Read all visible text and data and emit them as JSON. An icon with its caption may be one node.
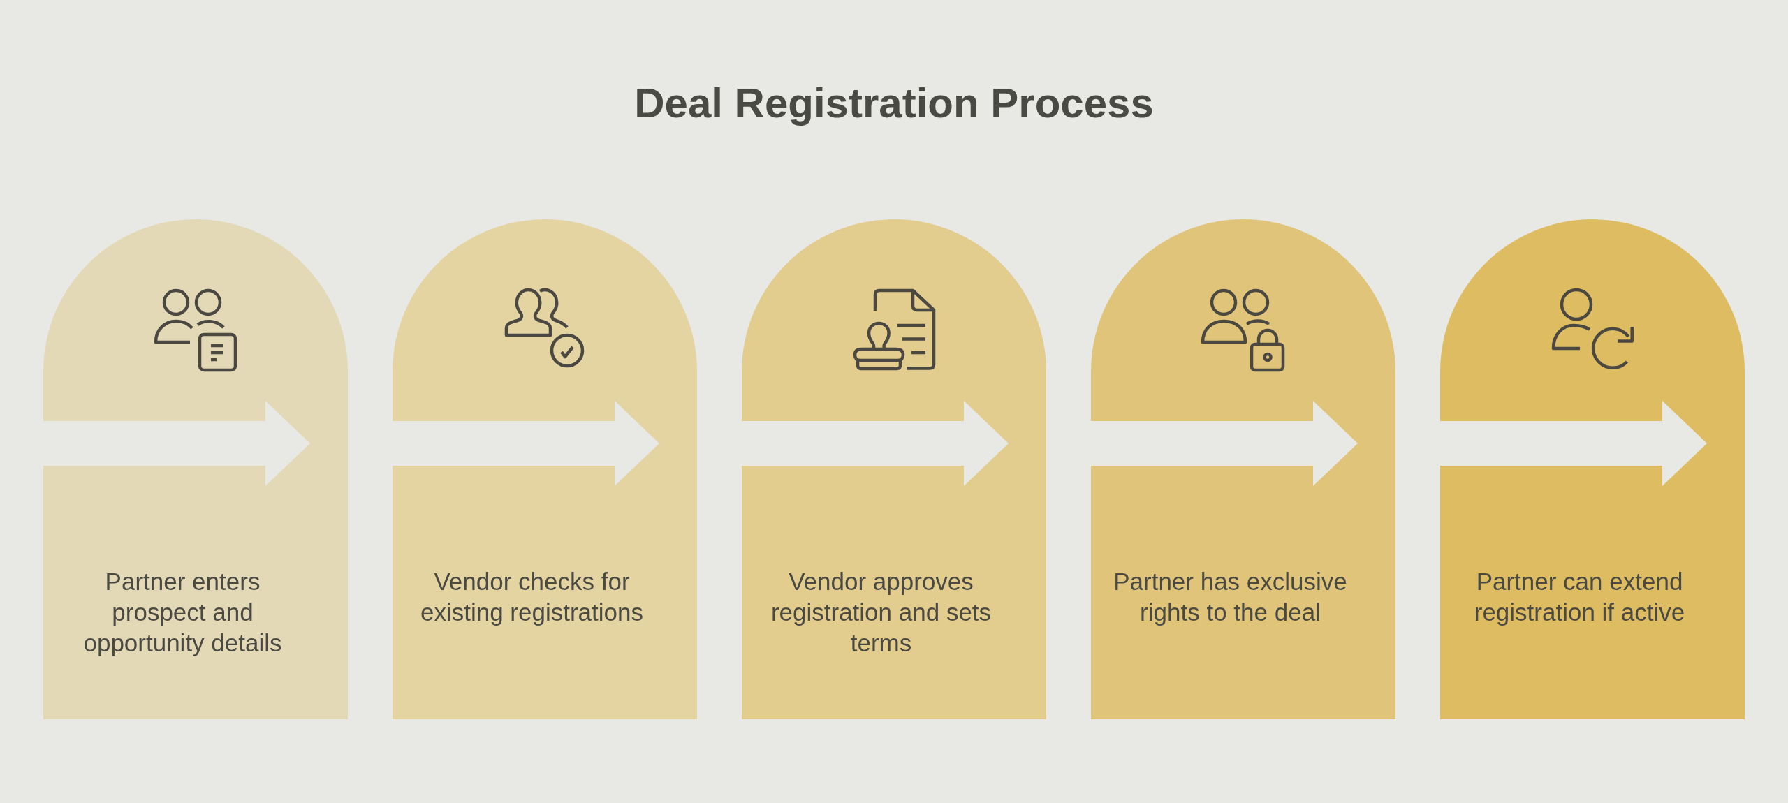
{
  "diagram": {
    "title": "Deal Registration Process",
    "nodes": [
      {
        "text": [
          "Partner enters prospect and opportunity details"
        ]
      },
      {
        "text": [
          "Vendor checks for existing registrations"
        ]
      },
      {
        "text": [
          "Vendor approves registration and sets terms"
        ]
      },
      {
        "text": [
          "Partner has exclusive rights to the deal"
        ]
      },
      {
        "text": [
          "Partner can extend registration if active"
        ]
      }
    ]
  }
}
